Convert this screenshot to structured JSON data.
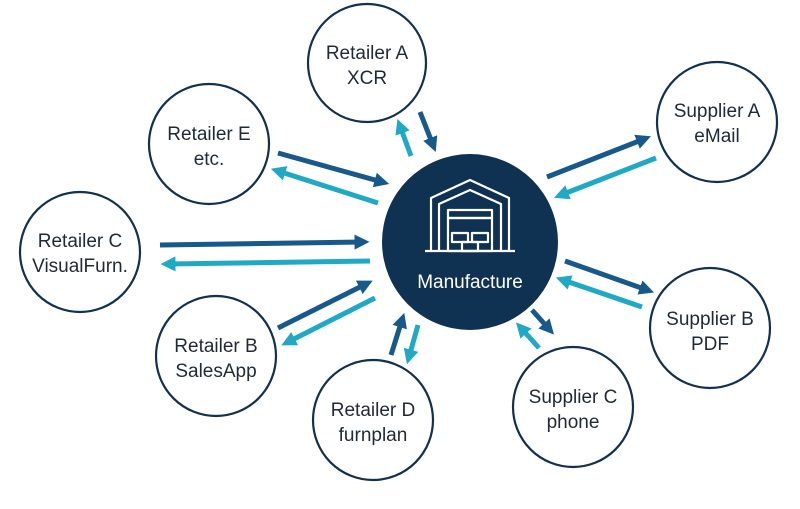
{
  "colors": {
    "dark_arrow": "#17598a",
    "light_arrow": "#1fa9c4",
    "hub_fill": "#0f3152",
    "node_stroke": "#12304f"
  },
  "hub": {
    "label": "Manufacture",
    "icon": "warehouse-icon"
  },
  "nodes": [
    {
      "id": "retailer-a",
      "line1": "Retailer A",
      "line2": "XCR"
    },
    {
      "id": "retailer-e",
      "line1": "Retailer E",
      "line2": "etc."
    },
    {
      "id": "retailer-c",
      "line1": "Retailer C",
      "line2": "VisualFurn."
    },
    {
      "id": "retailer-b",
      "line1": "Retailer B",
      "line2": "SalesApp"
    },
    {
      "id": "retailer-d",
      "line1": "Retailer D",
      "line2": "furnplan"
    },
    {
      "id": "supplier-c",
      "line1": "Supplier C",
      "line2": "phone"
    },
    {
      "id": "supplier-b",
      "line1": "Supplier B",
      "line2": "PDF"
    },
    {
      "id": "supplier-a",
      "line1": "Supplier A",
      "line2": "eMail"
    }
  ]
}
